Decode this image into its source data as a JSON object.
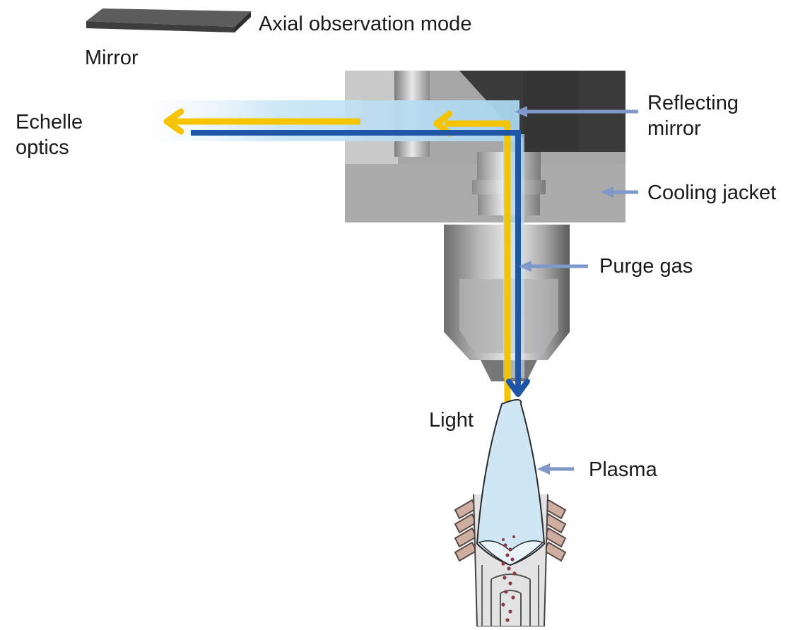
{
  "labels": {
    "axial_mode": "Axial observation mode",
    "mirror": "Mirror",
    "echelle_line1": "Echelle",
    "echelle_line2": "optics",
    "reflecting_line1": "Reflecting",
    "reflecting_line2": "mirror",
    "cooling_jacket": "Cooling jacket",
    "purge_gas": "Purge gas",
    "light": "Light",
    "plasma": "Plasma"
  },
  "colors": {
    "light_beam": "#f5c400",
    "purge_gas_beam": "#1f55a6",
    "pointer": "#7f97c9",
    "housing": "#a3a3a3",
    "mirror_block": "#3a3a3a",
    "plasma": "#cfe6f4"
  }
}
